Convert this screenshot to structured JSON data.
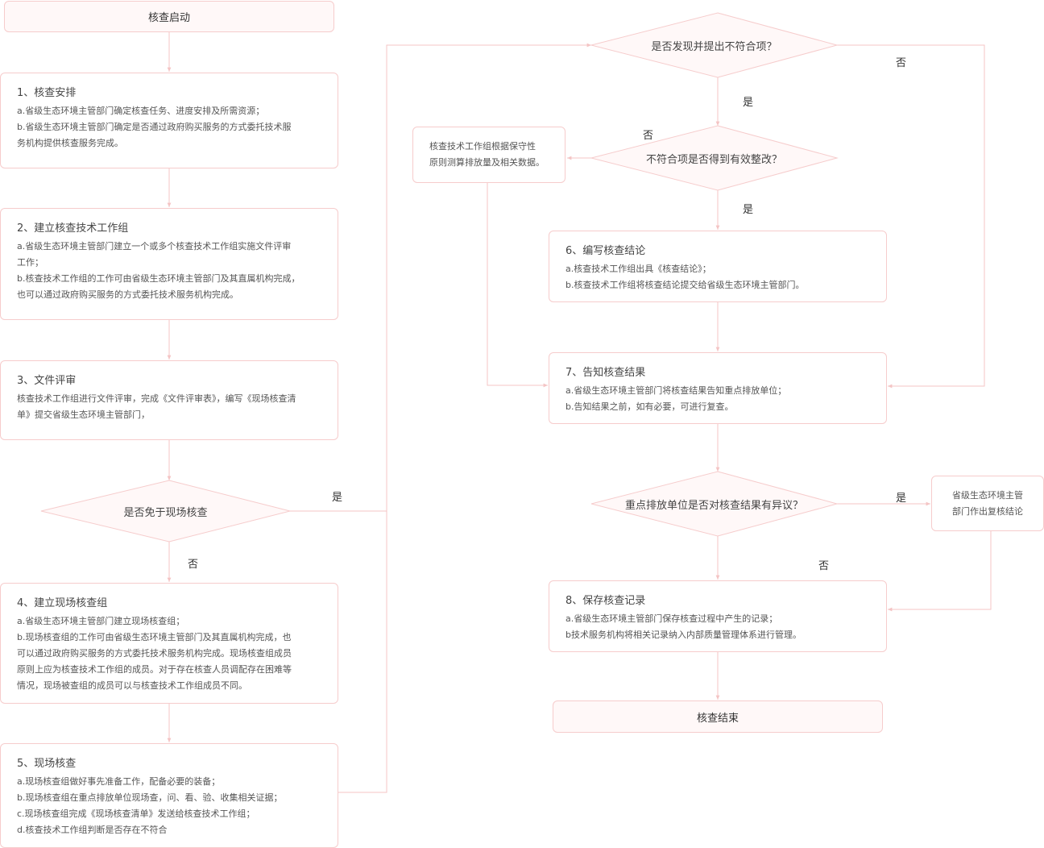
{
  "start_label": "核查启动",
  "end_label": "核查结束",
  "steps": [
    {
      "title": "1、核查安排",
      "lines": [
        "a.省级生态环境主管部门确定核查任务、进度安排及所需资源；",
        "b.省级生态环境主管部门确定是否通过政府购买服务的方式委托技术服",
        "务机构提供核查服务完成。"
      ]
    },
    {
      "title": "2、建立核查技术工作组",
      "lines": [
        "a.省级生态环境主管部门建立一个或多个核查技术工作组实施文件评审",
        "工作；",
        "b.核查技术工作组的工作可由省级生态环境主管部门及其直属机构完成，",
        "也可以通过政府购买服务的方式委托技术服务机构完成。"
      ]
    },
    {
      "title": "3、文件评审",
      "lines": [
        "核查技术工作组进行文件评审，完成《文件评审表》，编写《现场核查清",
        "单》提交省级生态环境主管部门，"
      ]
    },
    {
      "title": "4、建立现场核查组",
      "lines": [
        "a.省级生态环境主管部门建立现场核查组；",
        "b.现场核查组的工作可由省级生态环境主管部门及其直属机构完成，也",
        "可以通过政府购买服务的方式委托技术服务机构完成。现场核查组成员",
        "原则上应为核查技术工作组的成员。对于存在核查人员调配存在困难等",
        "情况，现场被查组的成员可以与核查技术工作组成员不同。"
      ]
    },
    {
      "title": "5、现场核查",
      "lines": [
        "a.现场核查组做好事先准备工作，配备必要的装备；",
        "b.现场核查组在重点排放单位现场查，问、看、验、收集相关证据；",
        "c.现场核查组完成《现场核查清单》发送给核查技术工作组；",
        "d.核查技术工作组判断是否存在不符合"
      ]
    },
    {
      "title": "6、编写核查结论",
      "lines": [
        "a.核查技术工作组出具《核查结论》；",
        "b.核查技术工作组将核查结论提交给省级生态环境主管部门。"
      ]
    },
    {
      "title": "7、告知核查结果",
      "lines": [
        "a.省级生态环境主管部门将核查结果告知重点排放单位；",
        "b.告知结果之前，如有必要，可进行复查。"
      ]
    },
    {
      "title": "8、保存核查记录",
      "lines": [
        "a.省级生态环境主管部门保存核查过程中产生的记录；",
        "b技术服务机构将相关记录纳入内部质量管理体系进行管理。"
      ]
    }
  ],
  "decisions": {
    "exempt": "是否免于现场核查",
    "found": "是否发现并提出不符合项？",
    "rectified": "不符合项是否得到有效整改？",
    "objection": "重点排放单位是否对核查结果有异议？"
  },
  "notes": {
    "recalc": [
      "核查技术工作组根据保守性",
      "原则测算排放量及相关数据。"
    ],
    "review": [
      "省级生态环境主管",
      "部门作出复核结论"
    ]
  },
  "labels": {
    "exempt_yes": "是",
    "exempt_no": "否",
    "found_yes": "是",
    "found_no": "否",
    "rectified_yes": "是",
    "rectified_no": "否",
    "objection_yes": "是",
    "objection_no": "否"
  },
  "colors": {
    "border": "#f6cccc",
    "line": "#f4c4c4",
    "fill": "#fff8f8"
  }
}
